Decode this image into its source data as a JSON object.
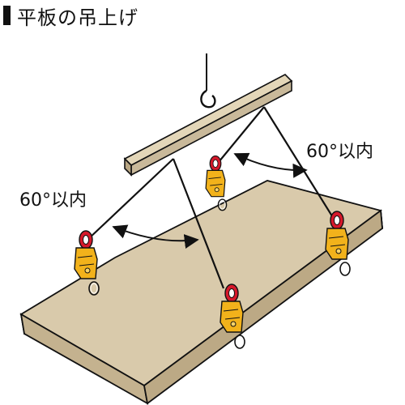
{
  "heading": {
    "title": "平板の吊上げ"
  },
  "labels": {
    "angle_left": "60°以内",
    "angle_right": "60°以内"
  },
  "colors": {
    "clamp_body": "#f2b21b",
    "clamp_eye": "#d6192b",
    "plate": "#d9caab",
    "beam": "#e3d6b8"
  },
  "icons": [
    "lifting-clamp-icon",
    "crane-hook-icon"
  ]
}
